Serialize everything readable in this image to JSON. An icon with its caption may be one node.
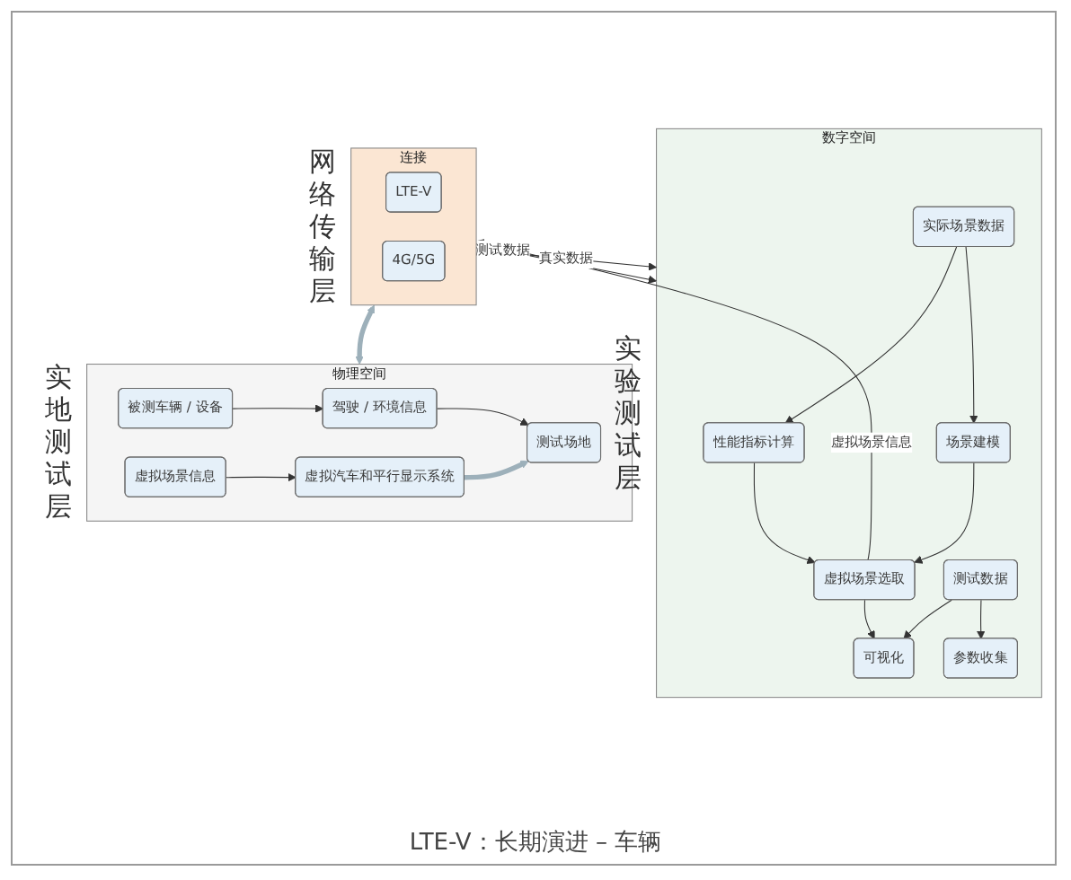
{
  "diagram": {
    "caption": "LTE-V：长期演进 – 车辆",
    "nodes": [
      {
        "text": [
          "数字空间"
        ],
        "beside": [
          "实验测试层"
        ]
      },
      {
        "text": [
          "性能指标计算"
        ],
        "in": 0
      },
      {
        "text": [
          "虚拟场景选取"
        ],
        "in": 0
      },
      {
        "text": [
          "可视化"
        ],
        "in": 0
      },
      {
        "text": [
          "参数收集"
        ],
        "in": 0
      },
      {
        "text": [
          "实际场景数据"
        ],
        "in": 0
      },
      {
        "text": [
          "场景建模"
        ],
        "in": 0
      },
      {
        "text": [
          "测试数据"
        ],
        "in": 0
      },
      {
        "text": [
          "连接"
        ],
        "beside": [
          "网络传输层"
        ]
      },
      {
        "text": [
          "LTE-V"
        ],
        "in": 8
      },
      {
        "text": [
          "4G/5G"
        ],
        "in": 8
      },
      {
        "text": [
          "物理空间"
        ],
        "beside": [
          "实地测试层"
        ]
      },
      {
        "text": [
          "驾驶 / 环境信息"
        ],
        "in": 11
      },
      {
        "text": [
          "虚拟场景信息"
        ],
        "in": 11
      },
      {
        "text": [
          "被测车辆 / 设备"
        ],
        "in": 11
      },
      {
        "text": [
          "测试场地"
        ],
        "in": 11
      },
      {
        "text": [
          "虚拟汽车和平行显示系统"
        ],
        "in": 11
      }
    ],
    "edges": [
      {
        "from": 5,
        "to": 1,
        "arrow": "to"
      },
      {
        "from": 1,
        "to": 2,
        "arrow": "to"
      },
      {
        "from": 5,
        "to": 6,
        "arrow": "to"
      },
      {
        "from": 6,
        "to": 2,
        "arrow": "to"
      },
      {
        "from": 2,
        "to": 3,
        "arrow": "to"
      },
      {
        "from": 7,
        "to": 3,
        "arrow": "to"
      },
      {
        "from": 7,
        "to": 4,
        "arrow": "to"
      },
      {
        "from": 8,
        "to": 0,
        "arrow": "to",
        "label": "真实数据"
      },
      {
        "from": 2,
        "to": 8,
        "arrow": "to",
        "label": "虚拟场景信息"
      },
      {
        "from": 8,
        "to": 0,
        "arrow": "to",
        "label": "测试数据"
      },
      {
        "from": 8,
        "to": 11,
        "arrow": "both",
        "style": "thick",
        "color": "#9db0ba"
      },
      {
        "from": 14,
        "to": 12,
        "arrow": "to"
      },
      {
        "from": 12,
        "to": 15,
        "arrow": "to"
      },
      {
        "from": 13,
        "to": 16,
        "arrow": "to"
      },
      {
        "from": 16,
        "to": 15,
        "arrow": "to",
        "style": "thick",
        "color": "#9db0ba"
      }
    ]
  }
}
